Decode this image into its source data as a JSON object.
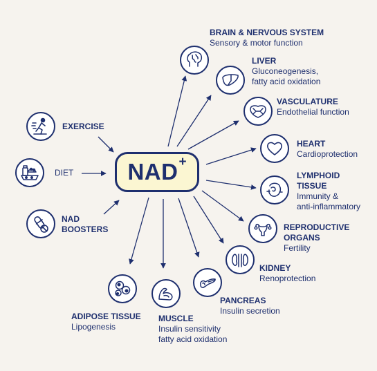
{
  "center": {
    "main": "NAD",
    "superscript": "+"
  },
  "inputs": [
    {
      "name": "exercise",
      "title": "EXERCISE",
      "icon": "exercise-icon"
    },
    {
      "name": "diet",
      "title": "DIET",
      "icon": "diet-icon"
    },
    {
      "name": "nad-boosters",
      "title_line1": "NAD",
      "title_line2": "BOOSTERS",
      "icon": "pills-icon"
    }
  ],
  "outputs": {
    "brain": {
      "title": "BRAIN & NERVOUS SYSTEM",
      "subtitle": "Sensory & motor function",
      "icon": "brain-icon"
    },
    "liver": {
      "title": "LIVER",
      "subtitle_line1": "Gluconeogenesis,",
      "subtitle_line2": "fatty acid oxidation",
      "icon": "liver-icon"
    },
    "vasculature": {
      "title": "VASCULATURE",
      "subtitle": "Endothelial function",
      "icon": "vasculature-icon"
    },
    "heart": {
      "title": "HEART",
      "subtitle": "Cardioprotection",
      "icon": "heart-icon"
    },
    "lymphoid": {
      "title_line1": "LYMPHOID",
      "title_line2": "TISSUE",
      "subtitle_line1": "Immunity &",
      "subtitle_line2": "anti-inflammatory",
      "icon": "lymph-node-icon"
    },
    "reproductive": {
      "title_line1": "REPRODUCTIVE",
      "title_line2": "ORGANS",
      "subtitle": "Fertility",
      "icon": "uterus-icon"
    },
    "kidney": {
      "title": "KIDNEY",
      "subtitle": "Renoprotection",
      "icon": "kidney-icon"
    },
    "pancreas": {
      "title": "PANCREAS",
      "subtitle": "Insulin secretion",
      "icon": "pancreas-icon"
    },
    "muscle": {
      "title": "MUSCLE",
      "subtitle_line1": "Insulin sensitivity",
      "subtitle_line2": "fatty acid oxidation",
      "icon": "muscle-icon"
    },
    "adipose": {
      "title": "ADIPOSE TISSUE",
      "subtitle": "Lipogenesis",
      "icon": "adipose-cells-icon"
    }
  },
  "colors": {
    "primary": "#1e2f6e",
    "center_fill": "#fbf6d2",
    "background": "#f6f3ee"
  }
}
